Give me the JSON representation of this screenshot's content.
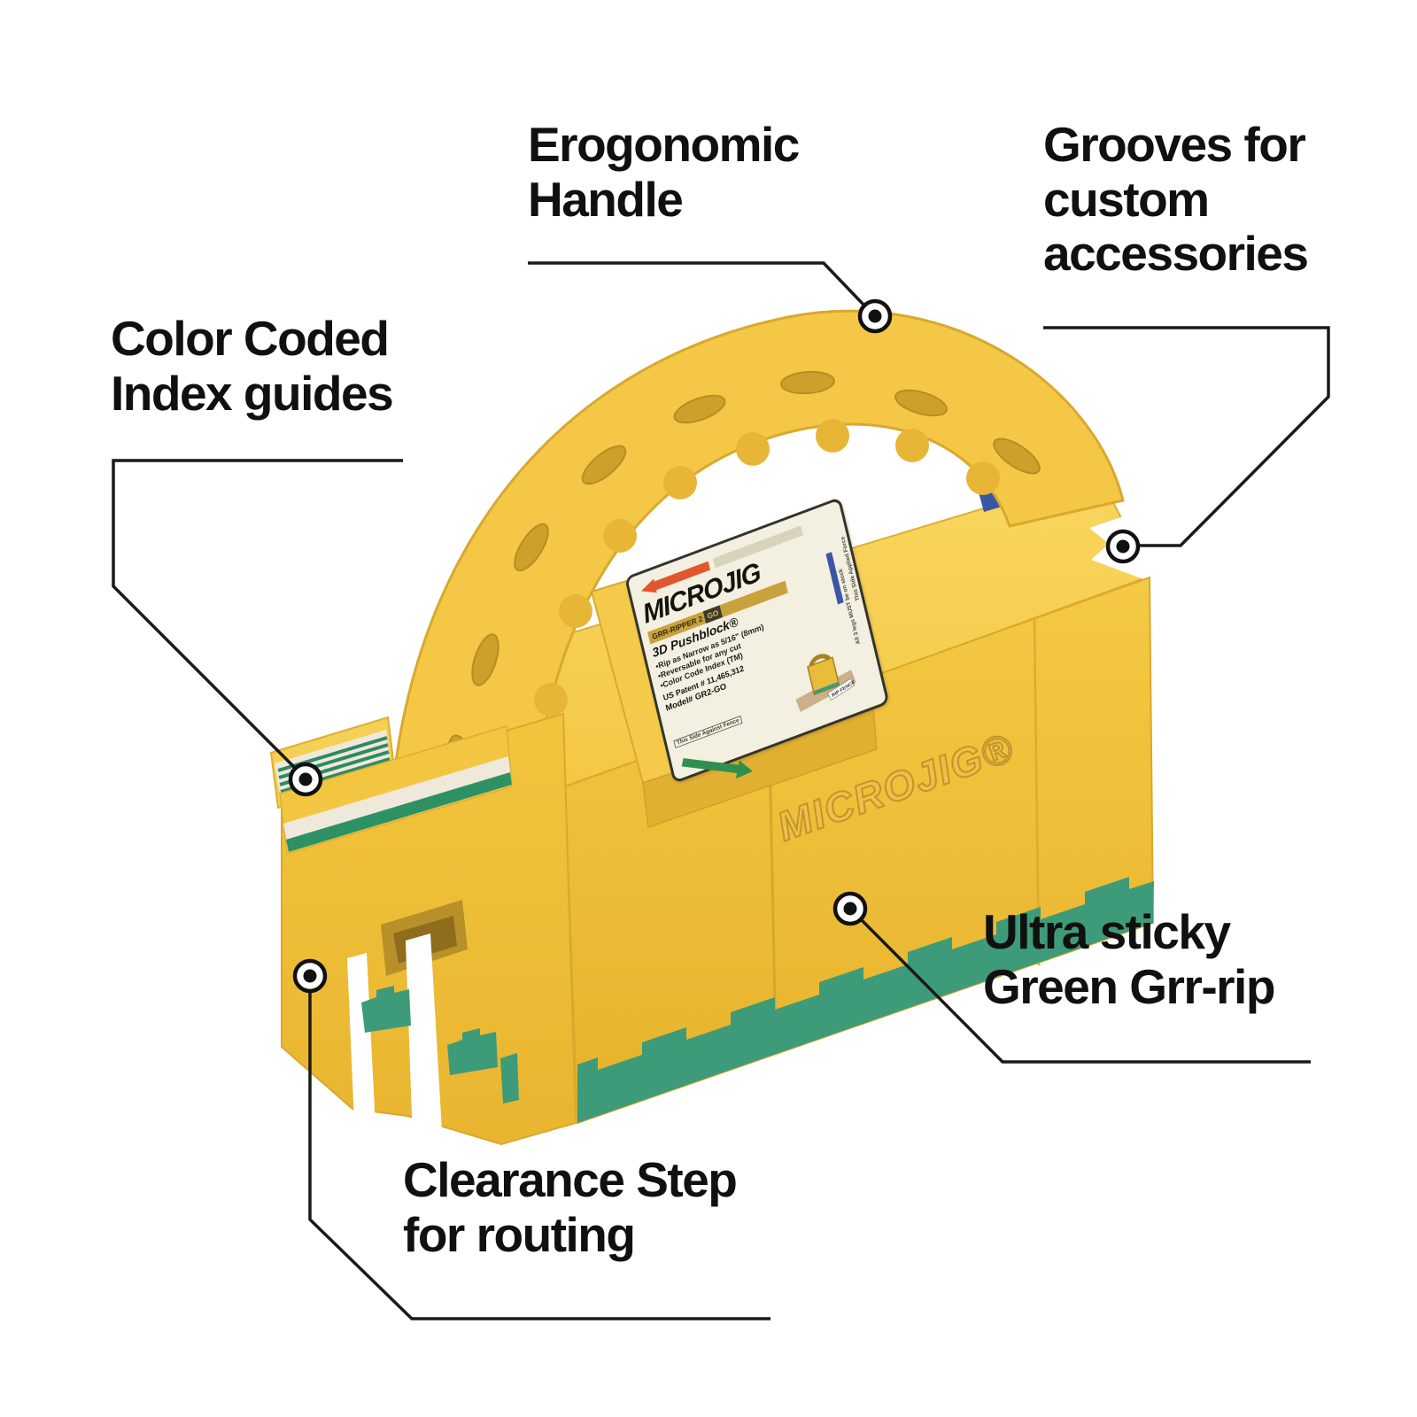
{
  "annotations": {
    "handle": {
      "lines": [
        "Erogonomic",
        "Handle"
      ]
    },
    "grooves": {
      "lines": [
        "Grooves for",
        "custom",
        "accessories"
      ]
    },
    "index": {
      "lines": [
        "Color Coded",
        "Index guides"
      ]
    },
    "grrrip": {
      "lines": [
        "Ultra sticky",
        "Green Grr-rip"
      ]
    },
    "clearance": {
      "lines": [
        "Clearance Step",
        "for routing"
      ]
    }
  },
  "product_label": {
    "brand": "MICROJIG",
    "series": "GRR-RIPPER 2",
    "series_badge": "GO",
    "product_name": "3D Pushblock®",
    "features": [
      "•Rip as Narrow as 5/16\" (8mm)",
      "•Reversable for any cut",
      "•Color Code Index (TM)"
    ],
    "patent": "US Patent # 11,465,312",
    "model": "Model# GR2-GO",
    "side_note_applied_force": "This Side Applied Force",
    "side_note_legs": "All 3 legs MUST be on stock",
    "side_note_fence": "This Side Against Fence",
    "diagram_tag": "RIP FENCE"
  },
  "embossed_logo": "MICROJIG®",
  "colors": {
    "body_yellow": "#f2c63f",
    "body_yellow_light": "#f8d45e",
    "body_yellow_deep": "#e2b031",
    "grip_green": "#3e9b79",
    "index_green": "#2e8a63",
    "accent_blue": "#3b56a5",
    "label_cream": "#f3efe1",
    "arrow_orange": "#e0572e",
    "arrow_green": "#2f8f4e",
    "gold_bar": "#c8a23d",
    "annotation_black": "#111111"
  }
}
